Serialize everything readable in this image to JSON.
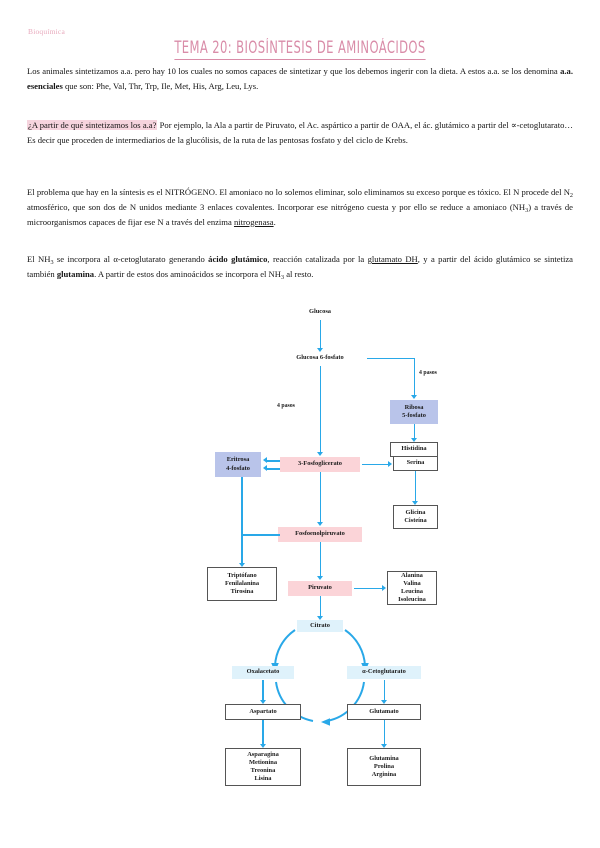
{
  "header": {
    "course_label": "Bioquímica",
    "title": "TEMA 20: BIOSÍNTESIS DE AMINOÁCIDOS"
  },
  "colors": {
    "title_pink": "#d98ca8",
    "highlight_pink": "#f6d4de",
    "node_pink": "#fbd4d8",
    "node_blue": "#b9c4ea",
    "node_cyan": "#dff2fb",
    "arrow_blue": "#29a8e8"
  },
  "paragraphs": {
    "p1_a": "Los animales sintetizamos a.a. pero hay 10 los cuales no somos capaces de sintetizar y que los debemos ingerir con la dieta. A estos a.a. se los denomina ",
    "p1_b": "a.a. esenciales",
    "p1_c": " que son: Phe, Val, Thr, Trp, Ile, Met, His, Arg, Leu, Lys.",
    "p2_q": "¿A partir de qué sintetizamos los a.a?",
    "p2_rest": " Por ejemplo, la Ala a partir de Piruvato, el Ac. aspártico a partir de OAA, el ác. glutámico a partir del ∝-cetoglutarato… Es decir que proceden de intermediarios de la glucólisis, de la ruta de las pentosas fosfato y del ciclo de Krebs.",
    "p3_a": "El problema que hay en la síntesis es el NITRÓGENO. El amoniaco no lo solemos eliminar, solo eliminamos su exceso porque es tóxico. El N procede del N",
    "p3_sub1": "2",
    "p3_b": " atmosférico, que son dos de N unidos mediante 3 enlaces covalentes. Incorporar ese nitrógeno cuesta y por ello se reduce a amoniaco (NH",
    "p3_sub2": "3",
    "p3_c": ") a través de microorganismos capaces de fijar ese N a través del enzima ",
    "p3_d": "nitrogenasa",
    "p3_e": ".",
    "p4_a": "El NH",
    "p4_sub1": "3",
    "p4_b": " se incorpora al α-cetoglutarato generando ",
    "p4_c": "ácido glutámico",
    "p4_d": ", reacción catalizada por la ",
    "p4_e": "glutamato DH",
    "p4_f": ", y a partir del ácido glutámico se sintetiza también ",
    "p4_g": "glutamina",
    "p4_h": ". A partir de estos dos aminoácidos se incorpora el NH",
    "p4_sub2": "3",
    "p4_i": " al resto."
  },
  "diagram": {
    "nodes": {
      "glucosa": "Glucosa",
      "glucosa6p": "Glucosa 6-fosfato",
      "ribosa5p": "Ribosa\n5-fosfato",
      "histidina": "Histidina",
      "eritrosa4p": "Eritrosa\n4-fosfato",
      "fosfoglicerato": "3-Fosfoglicerato",
      "serina": "Serina",
      "glicina_cisteina": "Glicina\nCisteína",
      "fosfoenolpiruvato": "Fosfoenolpiruvato",
      "trp_phe_tyr": "Triptófano\nFenilalanina\nTirosina",
      "piruvato": "Piruvato",
      "ala_val_leu_ile": "Alanina\nValina\nLeucina\nIsoleucina",
      "citrato": "Citrato",
      "oxalacetato": "Oxalacetato",
      "cetoglutarato": "α-Cetoglutarato",
      "aspartato": "Aspartato",
      "glutamato": "Glutamato",
      "asn_met_thr_lys": "Asparagina\nMetionina\nTreonina\nLisina",
      "gln_pro_arg": "Glutamina\nProlina\nArginina"
    },
    "labels": {
      "pasos_left": "4 pasos",
      "pasos_right": "4 pasos"
    }
  }
}
